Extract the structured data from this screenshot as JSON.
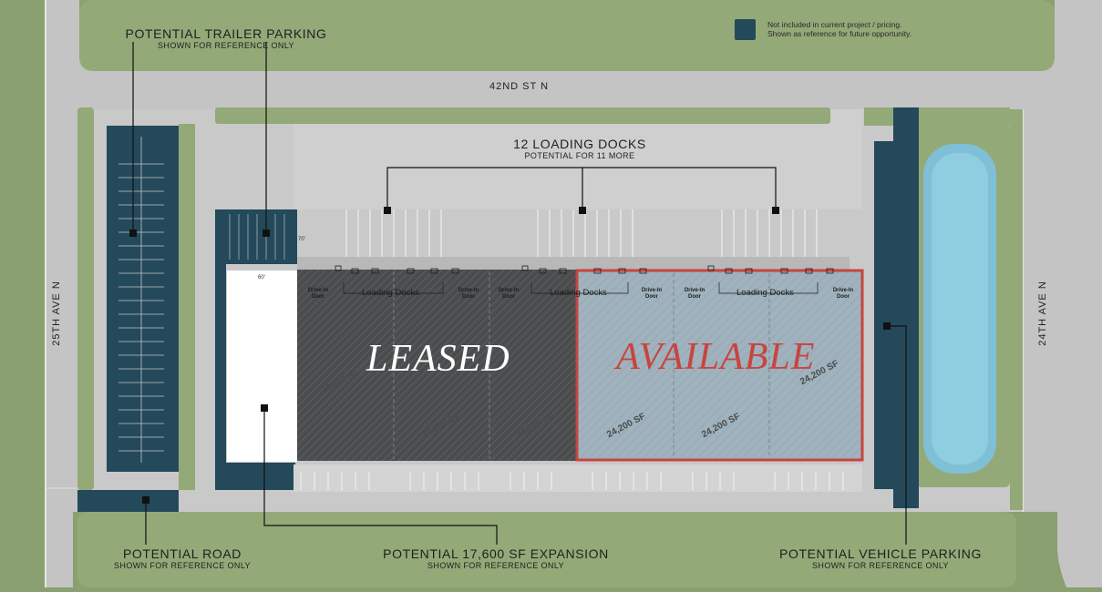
{
  "legend": {
    "swatch_color": "#24495a",
    "line1": "Not included in current project / pricing.",
    "line2": "Shown as reference for future opportunity."
  },
  "streets": {
    "north": "42ND ST N",
    "west": "25TH AVE N",
    "east": "24TH AVE N"
  },
  "callouts": {
    "trailer_parking": {
      "title": "POTENTIAL TRAILER PARKING",
      "sub": "SHOWN FOR REFERENCE ONLY"
    },
    "loading_docks": {
      "title": "12 LOADING DOCKS",
      "sub": "POTENTIAL FOR 11 MORE"
    },
    "road": {
      "title": "POTENTIAL ROAD",
      "sub": "SHOWN FOR REFERENCE ONLY"
    },
    "expansion": {
      "title": "POTENTIAL 17,600 SF EXPANSION",
      "sub": "SHOWN FOR REFERENCE ONLY"
    },
    "vehicle_parking": {
      "title": "POTENTIAL VEHICLE PARKING",
      "sub": "SHOWN FOR REFERENCE ONLY"
    }
  },
  "building": {
    "leased_label": "LEASED",
    "available_label": "AVAILABLE",
    "dock_label": "Loading Docks",
    "door_label_1": "Drive-In",
    "door_label_2": "Door",
    "unit_sf": "24,200 SF",
    "dim_70": "70'",
    "dim_60": "60'"
  },
  "colors": {
    "grass": "#8aa070",
    "asphalt": "#c2c2c2",
    "leased": "#4a4c4e",
    "available": "#9fb2bd",
    "available_border": "#c8443e",
    "future": "#24495a",
    "pond": "#7fc0d6"
  }
}
